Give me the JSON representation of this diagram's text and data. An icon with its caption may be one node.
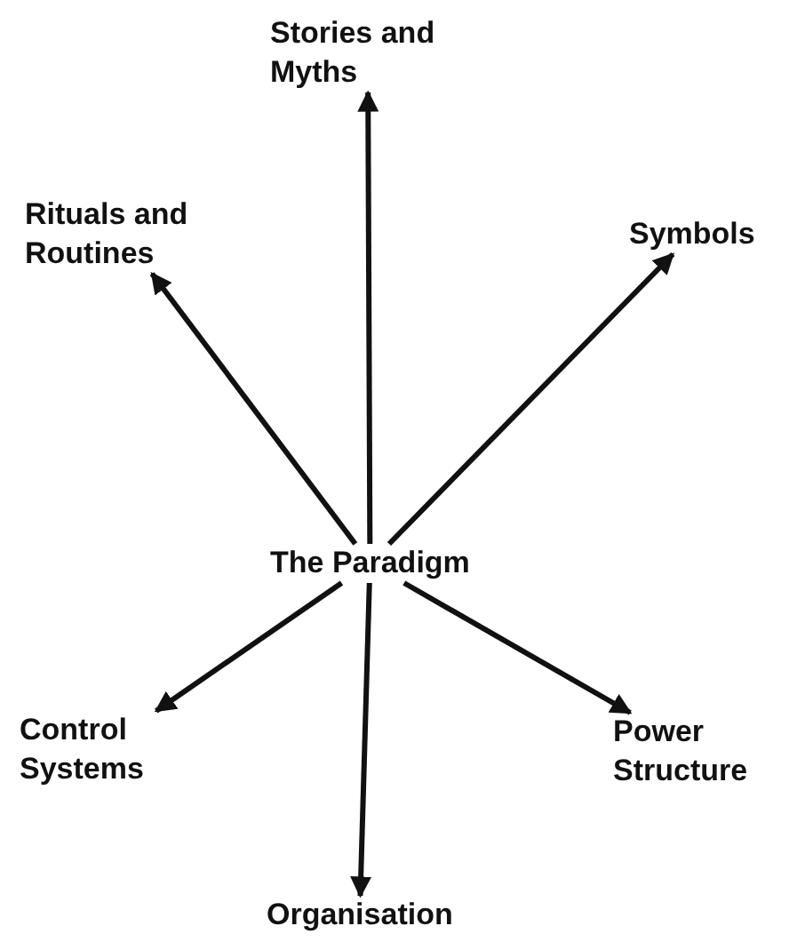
{
  "diagram": {
    "nodes": [
      {
        "text": [
          "Stories and Myths"
        ]
      },
      {
        "text": [
          "Rituals and Routines"
        ]
      },
      {
        "text": [
          "Symbols"
        ]
      },
      {
        "text": [
          "The Paradigm"
        ]
      },
      {
        "text": [
          "Control Systems"
        ]
      },
      {
        "text": [
          "Power Structure"
        ]
      },
      {
        "text": [
          "Organisation"
        ]
      }
    ],
    "edges": [
      {
        "from": 3,
        "to": 0,
        "arrow": "to"
      },
      {
        "from": 3,
        "to": 1,
        "arrow": "to"
      },
      {
        "from": 3,
        "to": 2,
        "arrow": "to"
      },
      {
        "from": 3,
        "to": 4,
        "arrow": "to"
      },
      {
        "from": 3,
        "to": 6,
        "arrow": "to"
      },
      {
        "from": 3,
        "to": 5,
        "arrow": "to"
      }
    ]
  }
}
